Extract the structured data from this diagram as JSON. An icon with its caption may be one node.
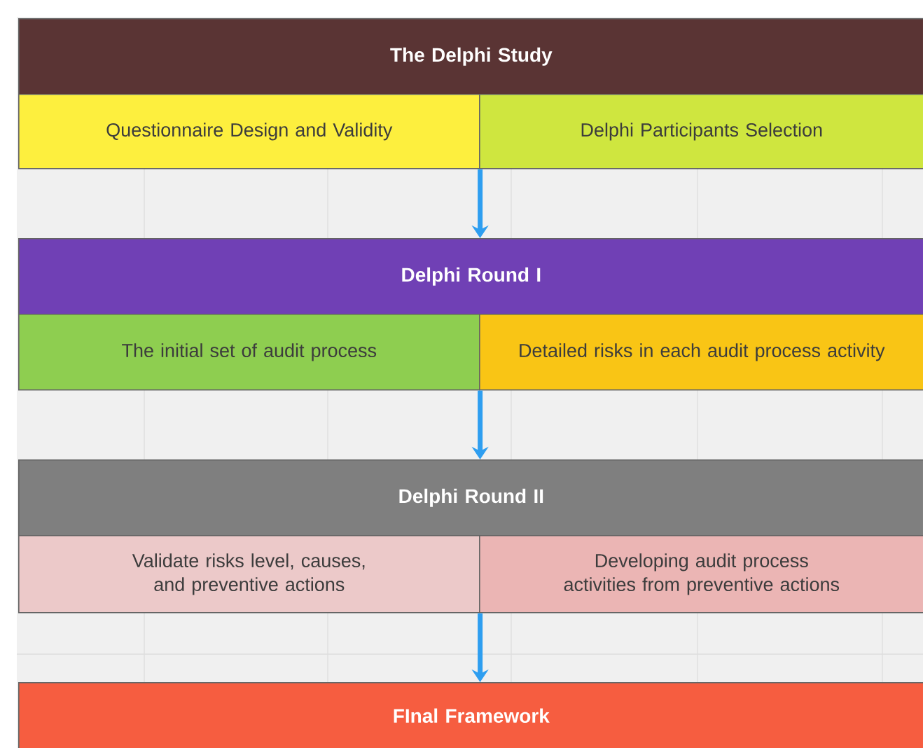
{
  "diagram": {
    "nodes": [
      {
        "text": [
          "The Delphi Study"
        ]
      },
      {
        "text": [
          "Questionnaire Design and Validity"
        ]
      },
      {
        "text": [
          "Delphi Participants Selection"
        ]
      },
      {
        "text": [
          "Delphi Round I"
        ]
      },
      {
        "text": [
          "The initial set of audit process"
        ]
      },
      {
        "text": [
          "Detailed risks in each audit process activity"
        ]
      },
      {
        "text": [
          "Delphi Round II"
        ]
      },
      {
        "text": [
          "Validate risks level, causes, and preventive actions"
        ]
      },
      {
        "text": [
          "Developing audit process activities from preventive actions"
        ]
      },
      {
        "text": [
          "FInal Framework"
        ]
      }
    ],
    "edges": [
      {
        "from": 1,
        "to": 3,
        "arrow": "to"
      },
      {
        "from": 4,
        "to": 6,
        "arrow": "to"
      },
      {
        "from": 7,
        "to": 9,
        "arrow": "to"
      }
    ]
  }
}
